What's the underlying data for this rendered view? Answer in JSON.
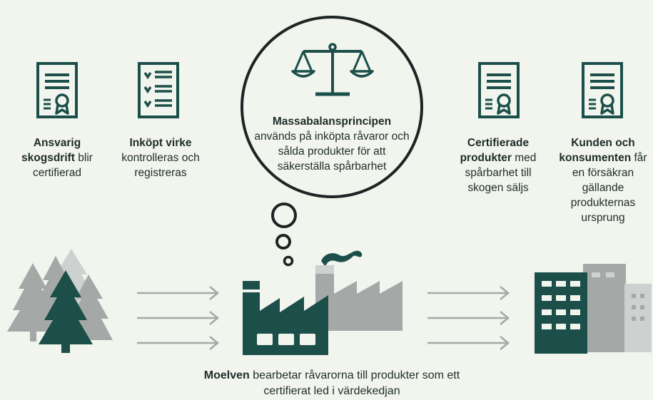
{
  "colors": {
    "dark_green": "#1c4f4a",
    "grey": "#a4a9a7",
    "light_grey": "#cdd1cf",
    "background": "#f1f5ee",
    "bubble_outline": "#1c2523"
  },
  "steps": [
    {
      "icon": "certificate-icon",
      "bold": "Ansvarig skogsdrift",
      "text": "blir certifierad"
    },
    {
      "icon": "checklist-icon",
      "bold": "Inköpt virke",
      "text": "kontrolleras och registreras"
    },
    {
      "icon": "scales-icon",
      "bold": "Massabalansprincipen",
      "text": "används på inköpta råvaror och sålda produkter för att säkerställa spårbarhet"
    },
    {
      "icon": "certificate-icon",
      "bold": "Certifierade produkter",
      "text": "med spårbarhet till skogen säljs"
    },
    {
      "icon": "certificate-icon",
      "bold": "Kunden och konsumenten",
      "text": "får en försäkran gällande produkternas ursprung"
    }
  ],
  "bottom": {
    "bold": "Moelven",
    "text": "bearbetar råvarorna till produkter som ett certifierat led i värdekedjan"
  }
}
